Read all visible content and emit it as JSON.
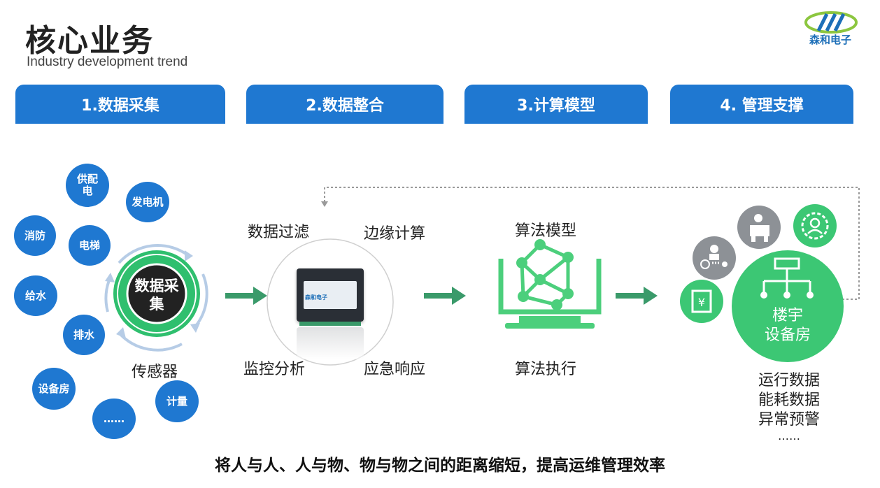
{
  "header": {
    "title": "核心业务",
    "subtitle": "Industry development trend",
    "logo_text": "森和电子"
  },
  "tabs": [
    {
      "label": "1.数据采集"
    },
    {
      "label": "2.数据整合"
    },
    {
      "label": "3.计算模型"
    },
    {
      "label": "4. 管理支撑"
    }
  ],
  "sensors": {
    "items": [
      "供配电",
      "发电机",
      "消防",
      "电梯",
      "给水",
      "排水",
      "设备房",
      "计量",
      "……"
    ],
    "center_label": "数据采集",
    "caption": "传感器"
  },
  "integration": {
    "top_left": "数据过滤",
    "top_right": "边缘计算",
    "bottom_left": "监控分析",
    "bottom_right": "应急响应",
    "device_text": "森和电子"
  },
  "model": {
    "top": "算法模型",
    "bottom": "算法执行"
  },
  "management": {
    "center_label_1": "楼宇",
    "center_label_2": "设备房",
    "list": [
      "运行数据",
      "能耗数据",
      "异常预警",
      "……"
    ]
  },
  "footer": "将人与人、人与物、物与物之间的距离缩短，提高运维管理效率",
  "colors": {
    "tab_blue": "#1f78d1",
    "green": "#3cc774",
    "arrow_green": "#3a9a6a"
  }
}
